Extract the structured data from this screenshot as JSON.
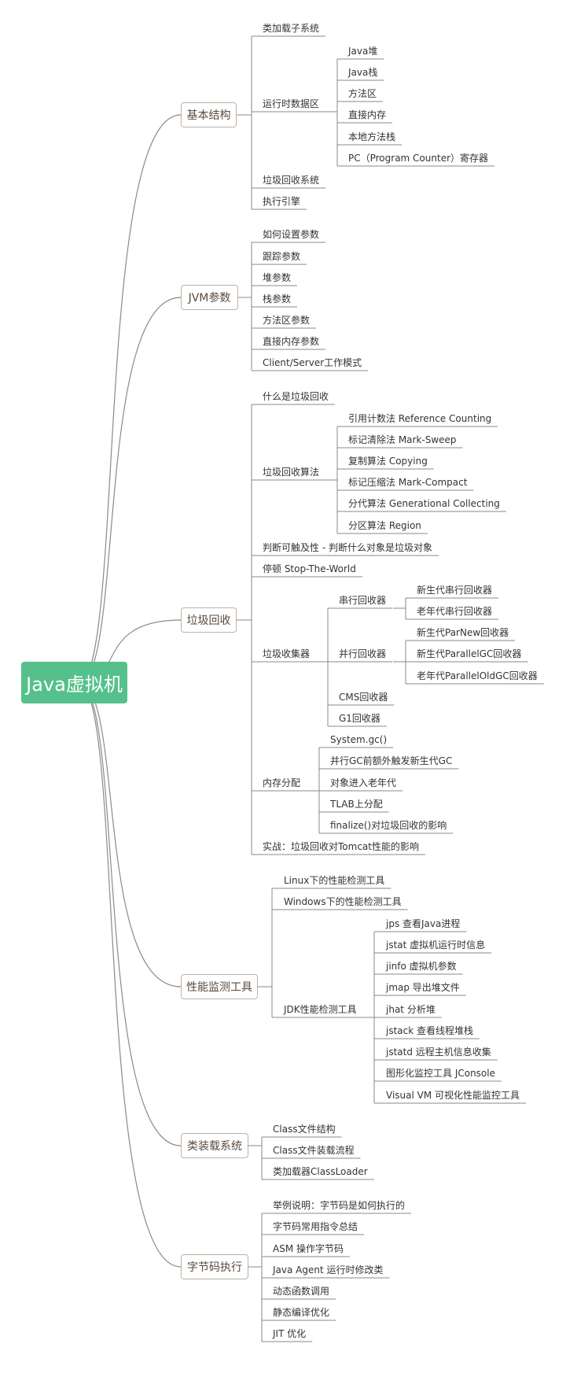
{
  "root": {
    "label": "Java虚拟机"
  },
  "branches": [
    {
      "label": "基本结构",
      "children": [
        {
          "label": "类加载子系统"
        },
        {
          "label": "运行时数据区",
          "children": [
            {
              "label": "Java堆"
            },
            {
              "label": "Java栈"
            },
            {
              "label": "方法区"
            },
            {
              "label": "直接内存"
            },
            {
              "label": "本地方法栈"
            },
            {
              "label": "PC（Program Counter）寄存器"
            }
          ]
        },
        {
          "label": "垃圾回收系统"
        },
        {
          "label": "执行引擎"
        }
      ]
    },
    {
      "label": "JVM参数",
      "children": [
        {
          "label": "如何设置参数"
        },
        {
          "label": "跟踪参数"
        },
        {
          "label": "堆参数"
        },
        {
          "label": "栈参数"
        },
        {
          "label": "方法区参数"
        },
        {
          "label": "直接内存参数"
        },
        {
          "label": "Client/Server工作模式"
        }
      ]
    },
    {
      "label": "垃圾回收",
      "children": [
        {
          "label": "什么是垃圾回收"
        },
        {
          "label": "垃圾回收算法",
          "children": [
            {
              "label": "引用计数法 Reference Counting"
            },
            {
              "label": "标记清除法 Mark-Sweep"
            },
            {
              "label": "复制算法 Copying"
            },
            {
              "label": "标记压缩法 Mark-Compact"
            },
            {
              "label": "分代算法 Generational Collecting"
            },
            {
              "label": "分区算法 Region"
            }
          ]
        },
        {
          "label": "判断可触及性 - 判断什么对象是垃圾对象"
        },
        {
          "label": "停顿 Stop-The-World"
        },
        {
          "label": "垃圾收集器",
          "children": [
            {
              "label": "串行回收器",
              "children": [
                {
                  "label": "新生代串行回收器"
                },
                {
                  "label": "老年代串行回收器"
                }
              ]
            },
            {
              "label": "并行回收器",
              "children": [
                {
                  "label": "新生代ParNew回收器"
                },
                {
                  "label": "新生代ParallelGC回收器"
                },
                {
                  "label": "老年代ParallelOldGC回收器"
                }
              ]
            },
            {
              "label": "CMS回收器"
            },
            {
              "label": "G1回收器"
            }
          ]
        },
        {
          "label": "内存分配",
          "children": [
            {
              "label": "System.gc()"
            },
            {
              "label": "并行GC前额外触发新生代GC"
            },
            {
              "label": "对象进入老年代"
            },
            {
              "label": "TLAB上分配"
            },
            {
              "label": "finalize()对垃圾回收的影响"
            }
          ]
        },
        {
          "label": "实战：垃圾回收对Tomcat性能的影响"
        }
      ]
    },
    {
      "label": "性能监测工具",
      "children": [
        {
          "label": "Linux下的性能检测工具"
        },
        {
          "label": "Windows下的性能检测工具"
        },
        {
          "label": "JDK性能检测工具",
          "children": [
            {
              "label": "jps 查看Java进程"
            },
            {
              "label": "jstat 虚拟机运行时信息"
            },
            {
              "label": "jinfo 虚拟机参数"
            },
            {
              "label": "jmap 导出堆文件"
            },
            {
              "label": "jhat 分析堆"
            },
            {
              "label": "jstack 查看线程堆栈"
            },
            {
              "label": "jstatd 远程主机信息收集"
            },
            {
              "label": "图形化监控工具 JConsole"
            },
            {
              "label": "Visual VM 可视化性能监控工具"
            }
          ]
        }
      ]
    },
    {
      "label": "类装载系统",
      "children": [
        {
          "label": "Class文件结构"
        },
        {
          "label": "Class文件装载流程"
        },
        {
          "label": "类加载器ClassLoader"
        }
      ]
    },
    {
      "label": "字节码执行",
      "children": [
        {
          "label": "举例说明：字节码是如何执行的"
        },
        {
          "label": "字节码常用指令总结"
        },
        {
          "label": "ASM 操作字节码"
        },
        {
          "label": "Java Agent 运行时修改类"
        },
        {
          "label": "动态函数调用"
        },
        {
          "label": "静态编译优化"
        },
        {
          "label": "JIT 优化"
        }
      ]
    }
  ],
  "colors": {
    "root_fill": "#55c08b",
    "line": "#8a8a8a",
    "box_border": "#b9b3a8"
  }
}
